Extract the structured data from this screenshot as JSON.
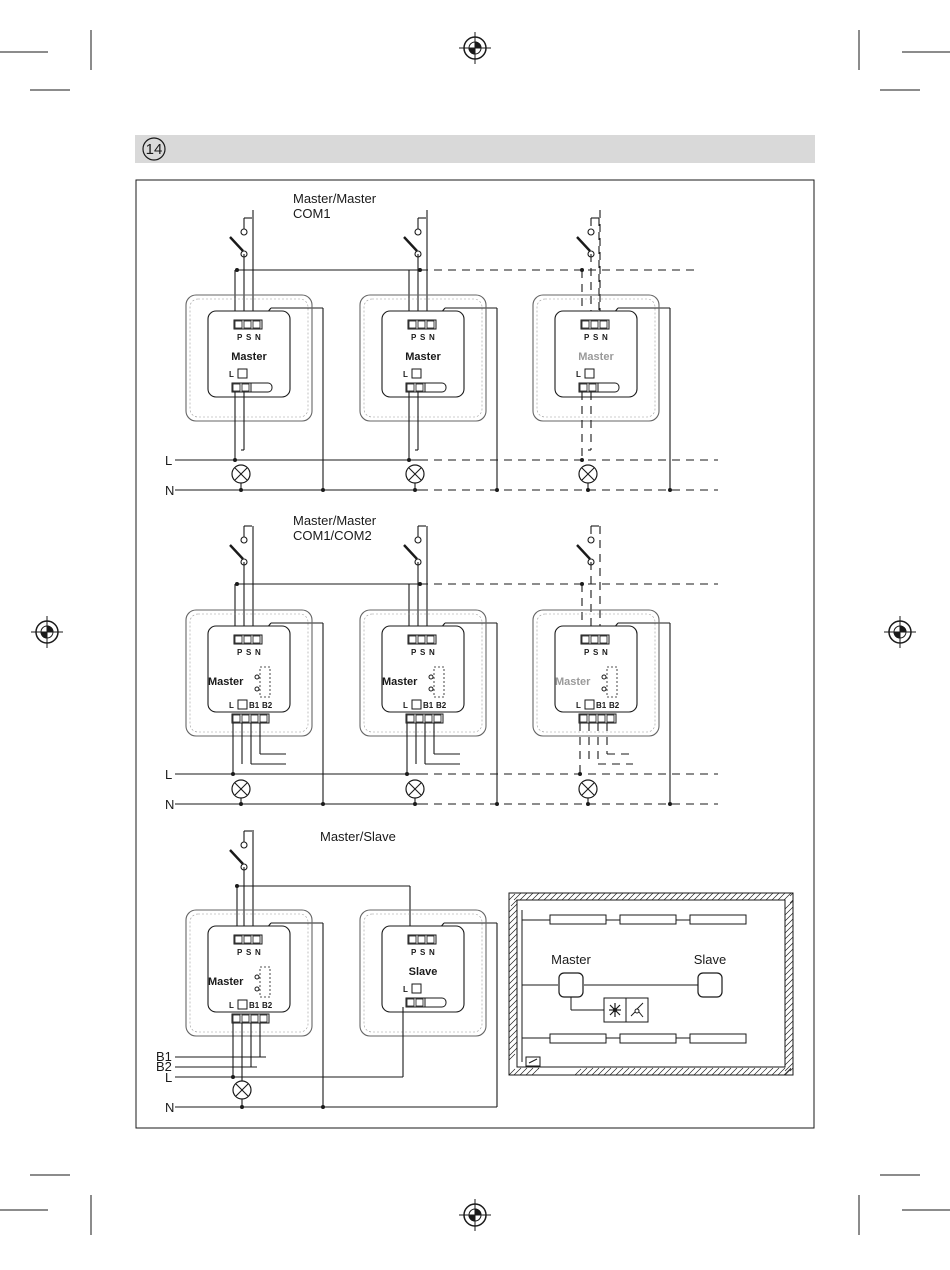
{
  "figure_number": "14",
  "sections": [
    {
      "title_line1": "Master/Master",
      "title_line2": "COM1"
    },
    {
      "title_line1": "Master/Master",
      "title_line2": "COM1/COM2"
    },
    {
      "title_line1": "Master/Slave",
      "title_line2": ""
    }
  ],
  "terminals": {
    "p": "P",
    "s": "S",
    "n": "N",
    "l": "L",
    "b1": "B1",
    "b2": "B2"
  },
  "device_labels": {
    "master": "Master",
    "slave": "Slave"
  },
  "bus_labels": {
    "l": "L",
    "n": "N",
    "b1": "B1",
    "b2": "B2"
  },
  "room_plan": {
    "master": "Master",
    "slave": "Slave"
  },
  "colors": {
    "line": "#1a1a1a",
    "frame_gray": "#666666",
    "faded_text": "#9a9a9a",
    "header_bar": "#d9d9d9"
  }
}
